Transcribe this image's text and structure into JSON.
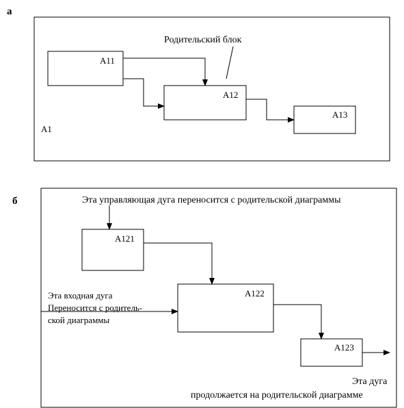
{
  "panel_a": {
    "letter": "а",
    "frame_label": "A1",
    "parent_block_label": "Родительский блок",
    "blocks": {
      "a11": "A11",
      "a12": "A12",
      "a13": "A13"
    }
  },
  "panel_b": {
    "letter": "б",
    "control_arc_label": "Эта управляющая дуга переносится с родительской диаграммы",
    "input_arc_label": [
      "Эта входная дуга",
      "Переносится с родитель-",
      "ской диаграммы"
    ],
    "output_arc_label": [
      "Эта дуга",
      "продолжается на родительской диаграмме"
    ],
    "blocks": {
      "a121": "A121",
      "a122": "A122",
      "a123": "A123"
    }
  }
}
